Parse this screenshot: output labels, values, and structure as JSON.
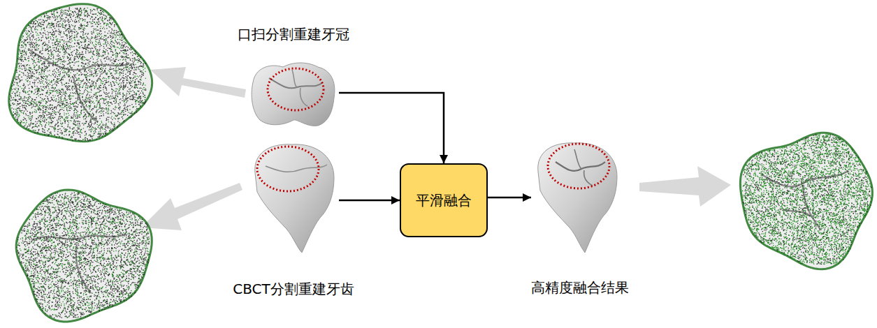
{
  "diagram": {
    "nodes": [
      {
        "text": [
          "口扫分割重建牙冠"
        ]
      },
      {
        "text": [
          "CBCT分割重建牙齿"
        ]
      },
      {
        "text": [
          "平滑融合"
        ]
      },
      {
        "text": [
          "高精度融合结果"
        ]
      }
    ],
    "edges": [
      {
        "from": 0,
        "to": 2,
        "arrow": "to"
      },
      {
        "from": 1,
        "to": 2,
        "arrow": "to"
      },
      {
        "from": 2,
        "to": 3,
        "arrow": "to"
      }
    ]
  }
}
